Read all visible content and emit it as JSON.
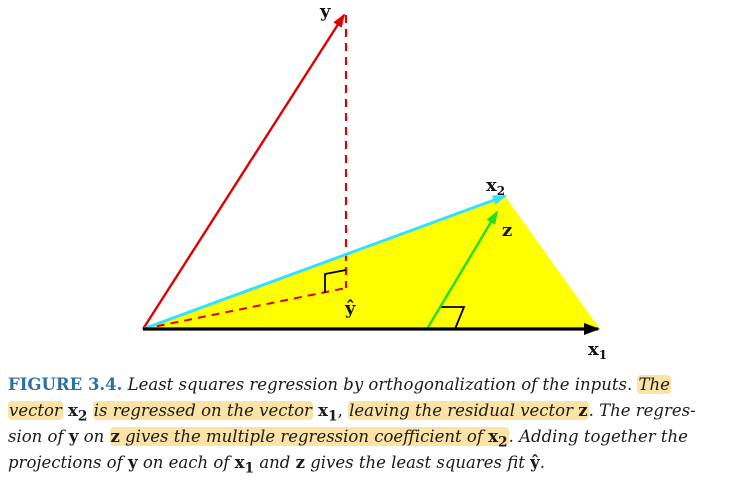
{
  "figure": {
    "labels": {
      "y": "y",
      "x2": "x",
      "x2_sub": "2",
      "z": "z",
      "yhat": "ŷ",
      "x1": "x",
      "x1_sub": "1"
    },
    "colors": {
      "plane": "#ffff00",
      "y_vector": "#e00000",
      "x2_vector": "#33e0ff",
      "z_vector": "#22dd22",
      "x1_vector": "#000000",
      "residual_dashes": "#e00000",
      "caption_label": "#2a6fa8",
      "highlight": "#fbe3a6"
    }
  },
  "caption": {
    "fig_label": "FIGURE 3.4.",
    "line1_a": "Least squares regression by orthogonalization of the inputs.",
    "line1_hl": "The",
    "line2_hl1": "vector",
    "line2_x2": "x",
    "line2_x2_sub": "2",
    "line2_hl2": "is regressed on the vector",
    "line2_x1": "x",
    "line2_x1_sub": "1",
    "line2_comma": ",",
    "line2_hl3": "leaving the residual vector",
    "line2_z": "z",
    "line2_rest": ". The regres-",
    "line3_a": "sion of",
    "line3_y": "y",
    "line3_on": "on",
    "line3_z": "z",
    "line3_hl": "gives the multiple regression coefficient of",
    "line3_x2": "x",
    "line3_x2_sub": "2",
    "line3_rest": ". Adding together the",
    "line4_a": "projections of",
    "line4_y": "y",
    "line4_b": "on each of",
    "line4_x1": "x",
    "line4_x1_sub": "1",
    "line4_c": "and",
    "line4_z": "z",
    "line4_d": "gives the least squares fit",
    "line4_yhat": "ŷ",
    "line4_end": "."
  }
}
